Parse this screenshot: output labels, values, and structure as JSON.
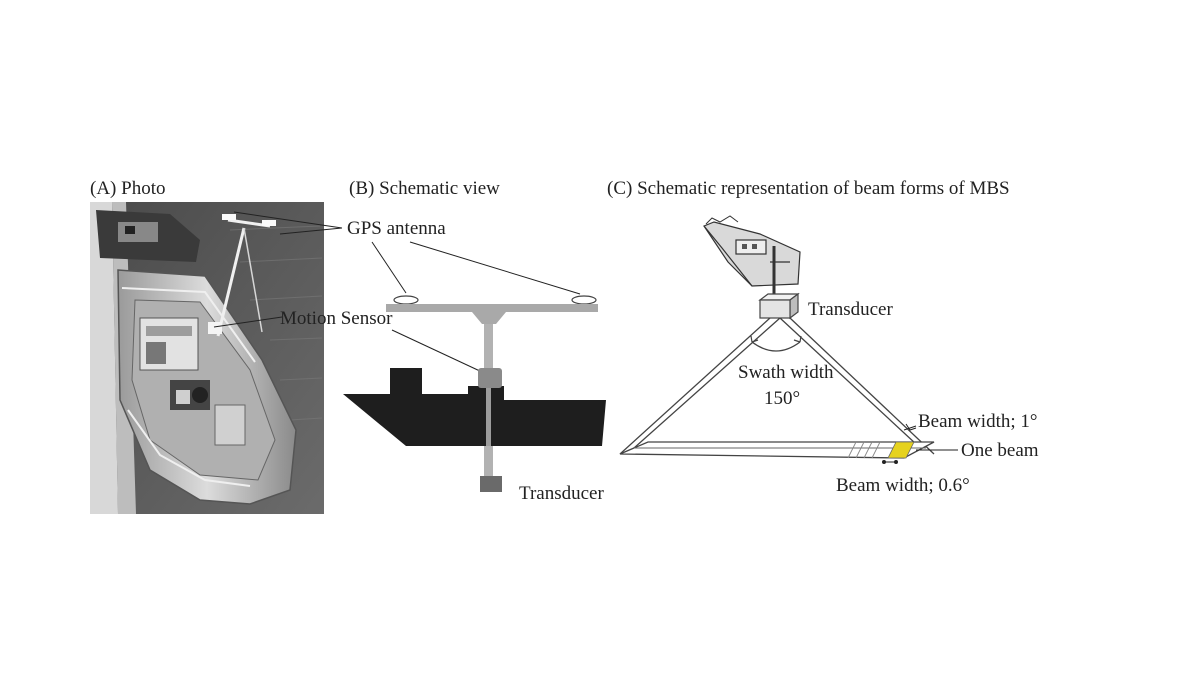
{
  "panels": {
    "a": {
      "title": "(A) Photo"
    },
    "b": {
      "title": "(B) Schematic view"
    },
    "c": {
      "title": "(C) Schematic representation of beam forms of MBS"
    }
  },
  "labels": {
    "gps_antenna": "GPS antenna",
    "motion_sensor": "Motion Sensor",
    "transducer_b": "Transducer",
    "transducer_c": "Transducer",
    "swath_width": "Swath width",
    "swath_angle": "150°",
    "beam_width_1": "Beam width; 1°",
    "one_beam": "One beam",
    "beam_width_06": "Beam width; 0.6°"
  },
  "colors": {
    "ink": "#222222",
    "ship_black": "#1e1e1e",
    "pole_gray": "#a9a9a9",
    "beam_yellow": "#e6d21e"
  }
}
